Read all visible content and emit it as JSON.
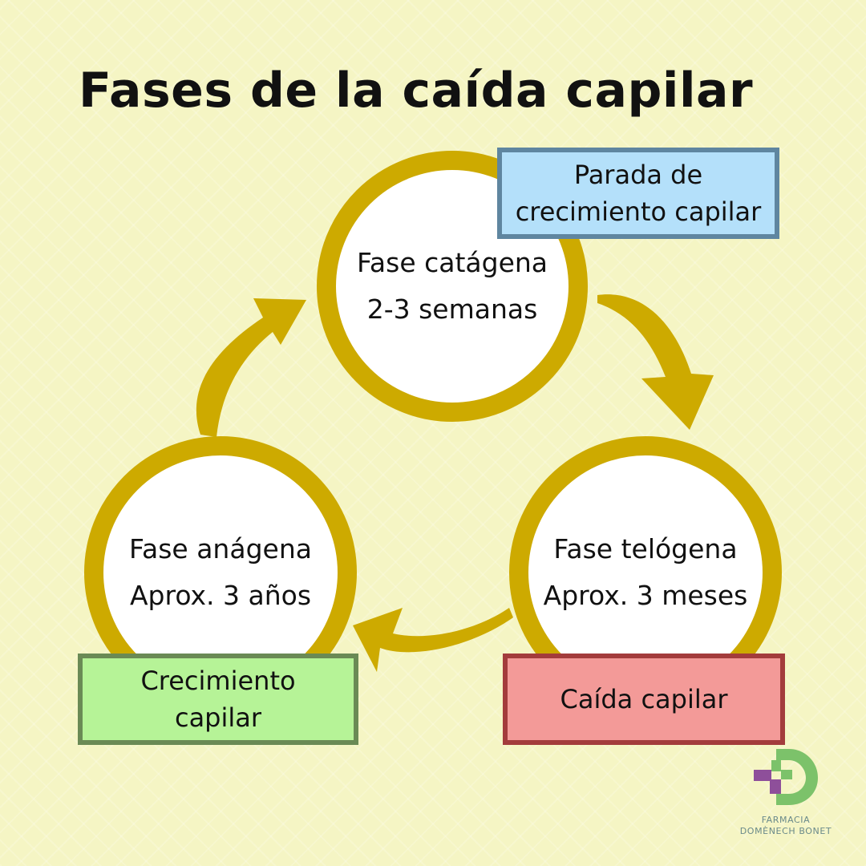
{
  "title": "Fases de la caída capilar",
  "colors": {
    "background": "#f5f5c4",
    "ring": "#cdaa00",
    "arrow": "#cdaa00",
    "box_blue_fill": "#b4e0fa",
    "box_blue_border": "#5f86a0",
    "box_green_fill": "#b6f397",
    "box_green_border": "#6a8a55",
    "box_red_fill": "#f39a98",
    "box_red_border": "#a33c3c",
    "logo_green": "#7cc26a",
    "logo_purple": "#8e4f9a"
  },
  "phases": {
    "catagena": {
      "name": "Fase catágena",
      "duration": "2-3 semanas",
      "label": "Parada de crecimiento capilar"
    },
    "anagena": {
      "name": "Fase anágena",
      "duration": "Aprox. 3 años",
      "label": "Crecimiento capilar"
    },
    "telogena": {
      "name": "Fase telógena",
      "duration": "Aprox. 3 meses",
      "label": "Caída capilar"
    }
  },
  "cycle_arrows": [
    {
      "from": "anagena",
      "to": "catagena"
    },
    {
      "from": "catagena",
      "to": "telogena"
    },
    {
      "from": "telogena",
      "to": "anagena"
    }
  ],
  "logo": {
    "icon": "pharmacy-d-cross-icon",
    "line1": "FARMACIA",
    "line2": "DOMÈNECH BONET"
  }
}
